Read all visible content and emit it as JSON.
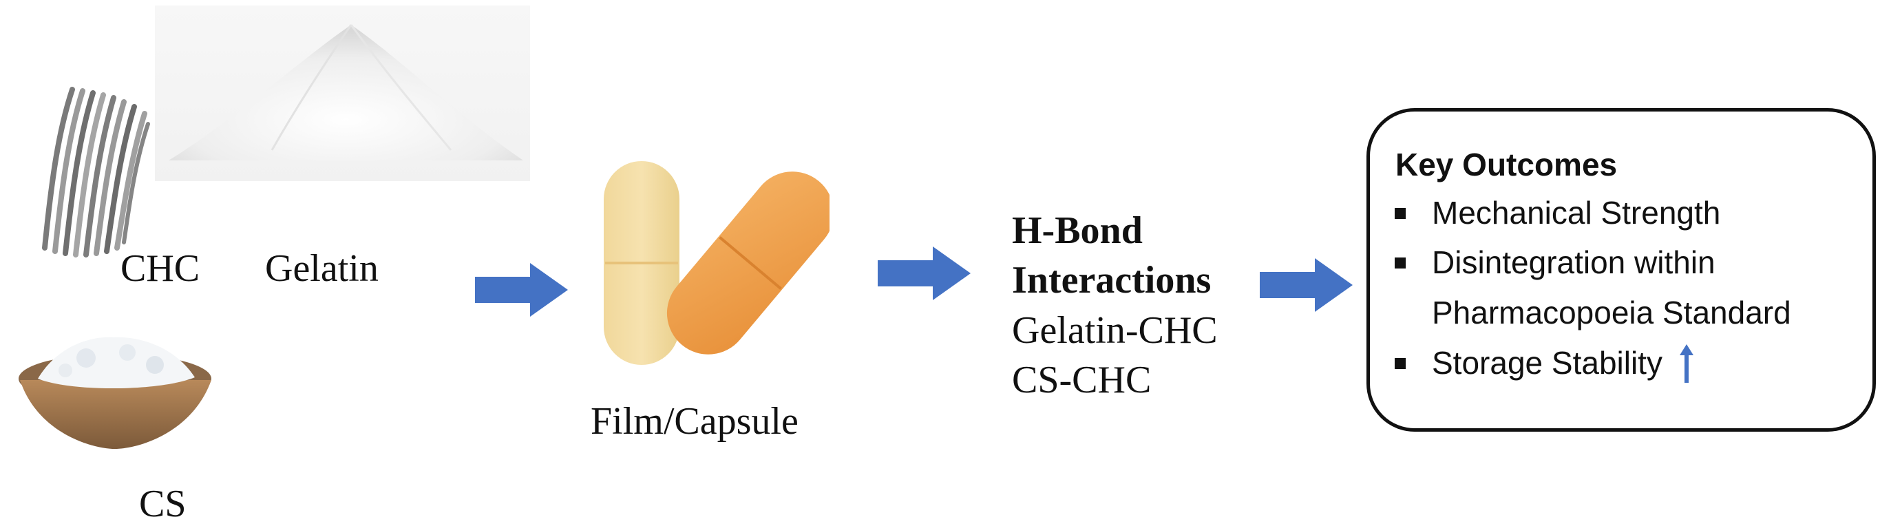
{
  "inputs": {
    "chc_label": "CHC",
    "gelatin_label": "Gelatin",
    "cs_label": "CS"
  },
  "product": {
    "label": "Film/Capsule"
  },
  "interactions": {
    "title_line1": "H-Bond",
    "title_line2": "Interactions",
    "items": [
      "Gelatin-CHC",
      "CS-CHC"
    ]
  },
  "outcomes": {
    "title": "Key Outcomes",
    "items": [
      "Mechanical Strength",
      "Disintegration within",
      "Pharmacopoeia Standard",
      "Storage Stability"
    ]
  },
  "colors": {
    "arrow": "#4472C4",
    "capsule_light": "#F3D89A",
    "capsule_orange": "#F0A04B"
  }
}
